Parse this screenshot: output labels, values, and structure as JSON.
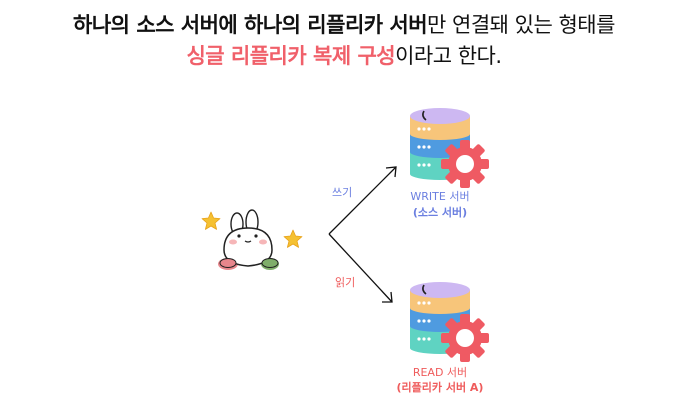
{
  "headline": {
    "line1": {
      "bold": "하나의 소스 서버에 하나의 리플리카 서버",
      "rest": "만 연결돼 있는 형태를"
    },
    "line2": {
      "highlight": "싱글 리플리카 복제 구성",
      "rest": "이라고 한다."
    }
  },
  "arrows": {
    "write_label": "쓰기",
    "read_label": "읽기"
  },
  "write_server": {
    "name": "WRITE 서버",
    "role": "(소스 서버)"
  },
  "read_server": {
    "name": "READ 서버",
    "role": "(리플리카 서버 A)"
  },
  "colors": {
    "highlight": "#f0606a",
    "write": "#6b7fe0",
    "read": "#ef5c5c",
    "db_top": "#cdb8f2",
    "db_orange": "#f7c57a",
    "db_blue": "#4f9be0",
    "db_teal": "#5fd3c2",
    "gear": "#ef5a63"
  },
  "icons": [
    "rabbit-icon",
    "sparkle-icon",
    "database-icon",
    "gear-icon"
  ]
}
